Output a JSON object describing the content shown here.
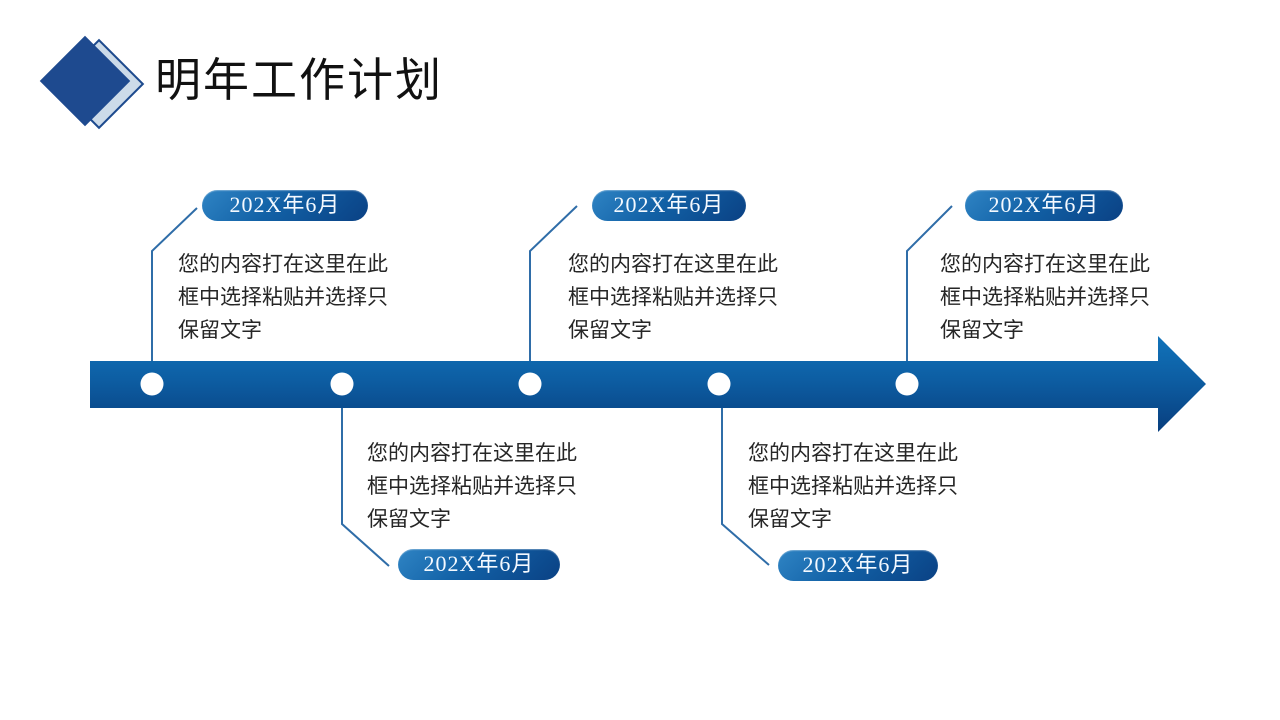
{
  "header": {
    "title": "明年工作计划",
    "diamond_icon": "double-diamond-decoration"
  },
  "colors": {
    "bar_gradient_top": "#1173ba",
    "bar_gradient_bottom": "#083e7e",
    "badge_gradient_light": "#2f84c4",
    "badge_gradient_dark": "#0a4184",
    "connector_line": "#2f6da8",
    "diamond_fill": "#1e4a8f",
    "diamond_back_fill": "#ccdbe9",
    "body_text": "#262626",
    "dot_fill": "#ffffff"
  },
  "timeline": {
    "dot_count": 5,
    "items": [
      {
        "date": "202X年6月",
        "side": "top",
        "lines": [
          "您的内容打在这里在此",
          "框中选择粘贴并选择只",
          "保留文字"
        ]
      },
      {
        "date": "202X年6月",
        "side": "bottom",
        "lines": [
          "您的内容打在这里在此",
          "框中选择粘贴并选择只",
          "保留文字"
        ]
      },
      {
        "date": "202X年6月",
        "side": "top",
        "lines": [
          "您的内容打在这里在此",
          "框中选择粘贴并选择只",
          "保留文字"
        ]
      },
      {
        "date": "202X年6月",
        "side": "bottom",
        "lines": [
          "您的内容打在这里在此",
          "框中选择粘贴并选择只",
          "保留文字"
        ]
      },
      {
        "date": "202X年6月",
        "side": "top",
        "lines": [
          "您的内容打在这里在此",
          "框中选择粘贴并选择只",
          "保留文字"
        ]
      }
    ]
  }
}
